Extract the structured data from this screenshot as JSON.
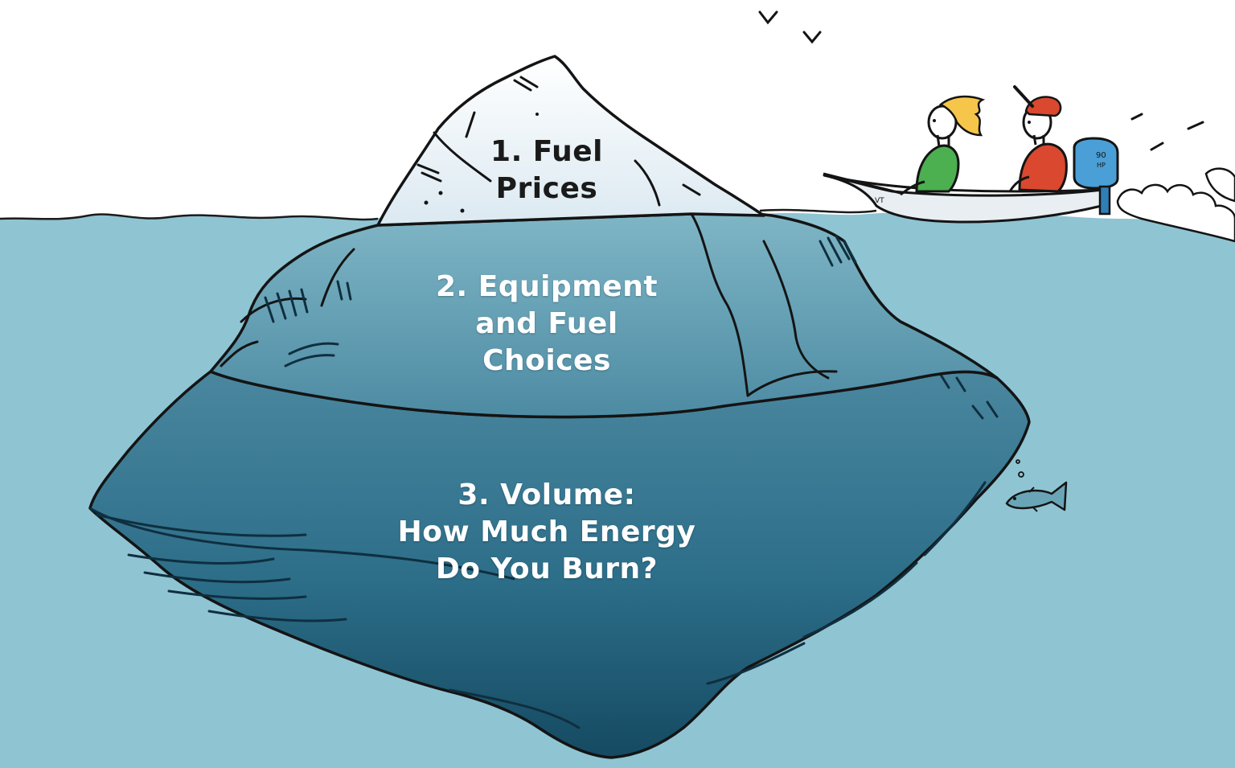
{
  "iceberg": {
    "tip_label": [
      "1. Fuel",
      "Prices"
    ],
    "middle_label": [
      "2. Equipment",
      "and Fuel",
      "Choices"
    ],
    "base_label": [
      "3. Volume:",
      "How Much Energy",
      "Do You Burn?"
    ]
  },
  "boat": {
    "hull_text": "VT",
    "motor_text": [
      "90",
      "HP"
    ]
  },
  "colors": {
    "sky": "#ffffff",
    "water": "#8fc4d3",
    "iceberg_tip": "#f4f8fb",
    "iceberg_upper": "#6aa5b7",
    "iceberg_lower": "#1f5e79",
    "outline": "#141414",
    "label_dark": "#1a1a1a",
    "label_light": "#ffffff"
  }
}
